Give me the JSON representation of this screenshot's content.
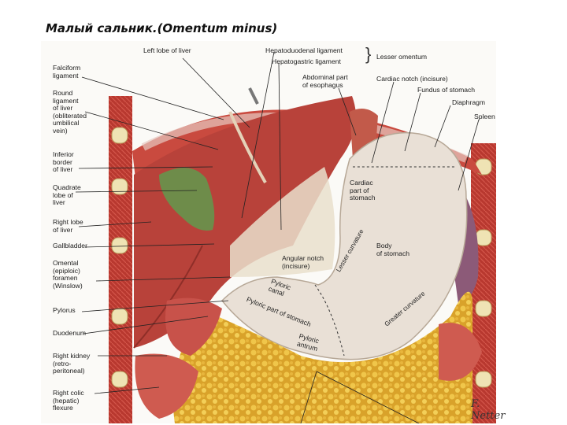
{
  "title": "Малый сальник.(Omentum minus)",
  "labels_left": [
    {
      "id": "falciform",
      "text": "Falciform\nligament"
    },
    {
      "id": "round-ligament",
      "text": "Round\nligament\nof liver\n(obliterated\numbilical\nvein)"
    },
    {
      "id": "inferior-border",
      "text": "Inferior\nborder\nof liver"
    },
    {
      "id": "quadrate-lobe",
      "text": "Quadrate\nlobe of\nliver"
    },
    {
      "id": "right-lobe",
      "text": "Right lobe\nof liver"
    },
    {
      "id": "gallbladder",
      "text": "Gallbladder"
    },
    {
      "id": "omental-foramen",
      "text": "Omental\n(epiploic)\nforamen\n(Winslow)"
    },
    {
      "id": "pylorus",
      "text": "Pylorus"
    },
    {
      "id": "duodenum",
      "text": "Duodenum"
    },
    {
      "id": "right-kidney",
      "text": "Right kidney\n(retro-\nperitoneal)"
    },
    {
      "id": "right-colic",
      "text": "Right colic\n(hepatic)\nflexure"
    }
  ],
  "labels_top": [
    {
      "id": "left-lobe",
      "text": "Left lobe of liver"
    },
    {
      "id": "hepatoduodenal",
      "text": "Hepatoduodenal ligament"
    },
    {
      "id": "hepatogastric",
      "text": "Hepatogastric ligament"
    },
    {
      "id": "lesser-omentum",
      "text": "Lesser omentum"
    },
    {
      "id": "abdominal-esophagus",
      "text": "Abdominal part\nof esophagus"
    },
    {
      "id": "cardiac-notch",
      "text": "Cardiac notch (incisure)"
    },
    {
      "id": "fundus",
      "text": "Fundus of stomach"
    },
    {
      "id": "diaphragm",
      "text": "Diaphragm"
    },
    {
      "id": "spleen",
      "text": "Spleen"
    }
  ],
  "labels_organ": [
    {
      "id": "cardiac-part",
      "text": "Cardiac\npart of\nstomach"
    },
    {
      "id": "body",
      "text": "Body\nof stomach"
    },
    {
      "id": "angular-notch",
      "text": "Angular notch\n(incisure)"
    },
    {
      "id": "pyloric-canal",
      "text": "Pyloric\ncanal"
    },
    {
      "id": "pyloric-part",
      "text": "Pyloric part of stomach"
    },
    {
      "id": "pyloric-antrum",
      "text": "Pyloric\nantrum"
    },
    {
      "id": "lesser-curvature",
      "text": "Lesser curvature"
    },
    {
      "id": "greater-curvature",
      "text": "Greater curvature"
    }
  ],
  "signature": "F. Netter",
  "colors": {
    "liver": "#b8423a",
    "stomach": "#e9e0d6",
    "gallbladder": "#6e8c4a",
    "omentum_fat": "#e6b637",
    "diaphragm": "#c74a40",
    "spleen": "#8c5a78"
  }
}
